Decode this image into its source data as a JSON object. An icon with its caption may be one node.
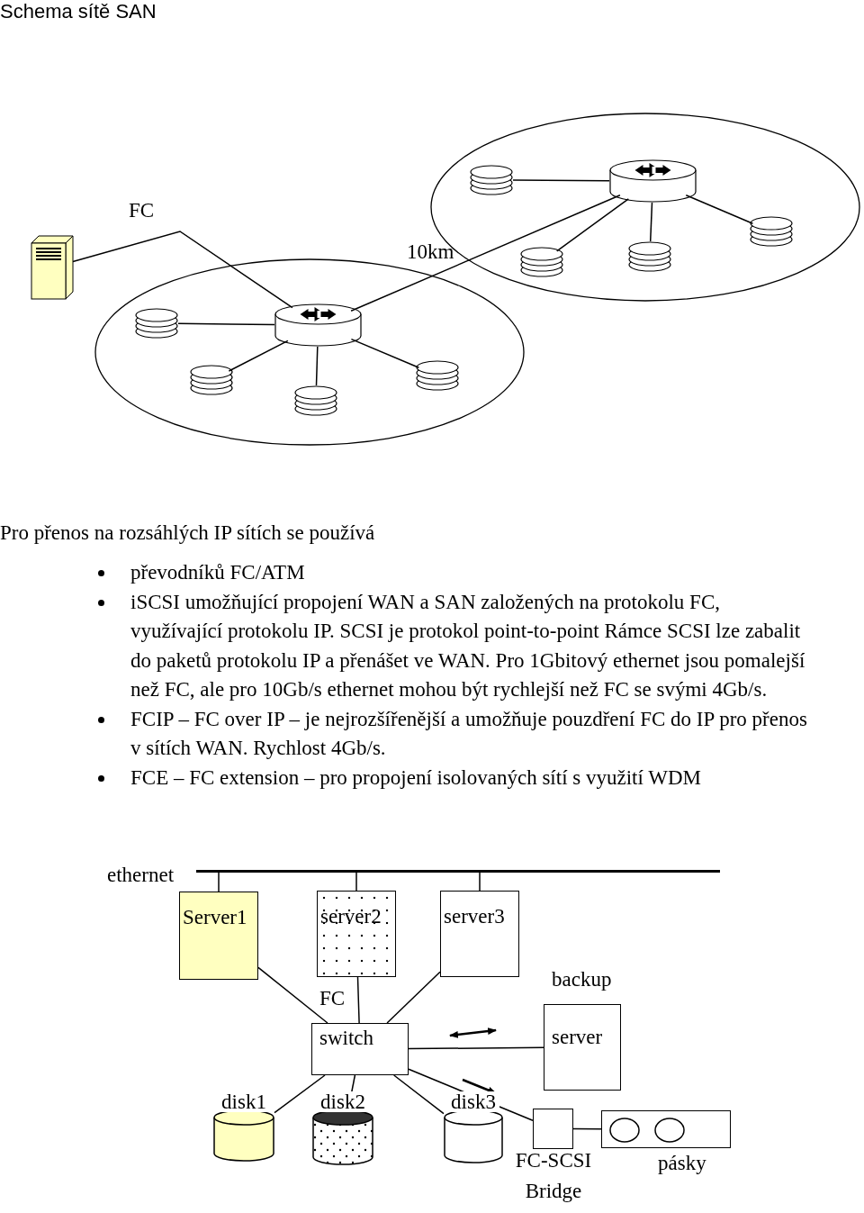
{
  "diagram": {
    "title": "Schema sítě SAN",
    "nodes": [
      {
        "text": [],
        "shape": "server"
      },
      {
        "text": [],
        "shape": "ellipse"
      },
      {
        "text": [],
        "shape": "router",
        "in": 1
      },
      {
        "text": [],
        "shape": "disk",
        "in": 1
      },
      {
        "text": [],
        "shape": "disk",
        "in": 1
      },
      {
        "text": [],
        "shape": "disk",
        "in": 1
      },
      {
        "text": [],
        "shape": "disk",
        "in": 1
      },
      {
        "text": [],
        "shape": "ellipse"
      },
      {
        "text": [],
        "shape": "router",
        "in": 7
      },
      {
        "text": [],
        "shape": "disk",
        "in": 7
      },
      {
        "text": [],
        "shape": "disk",
        "in": 7
      },
      {
        "text": [],
        "shape": "disk",
        "in": 7
      },
      {
        "text": [],
        "shape": "disk",
        "in": 7
      },
      {
        "text": [],
        "shape": "line",
        "beside": [
          "ethernet"
        ]
      },
      {
        "text": [
          "Server1"
        ]
      },
      {
        "text": [
          "server2"
        ]
      },
      {
        "text": [
          "server3"
        ]
      },
      {
        "text": [
          "FC",
          "switch"
        ]
      },
      {
        "text": [
          "backup",
          "server"
        ]
      },
      {
        "text": [
          "disk1"
        ]
      },
      {
        "text": [
          "disk2"
        ]
      },
      {
        "text": [
          "disk3"
        ]
      },
      {
        "text": [
          "FC-SCSI Bridge"
        ]
      },
      {
        "text": [
          "pásky"
        ]
      }
    ],
    "edges": [
      {
        "from": 0,
        "to": 8,
        "arrow": "none",
        "label": "FC"
      },
      {
        "from": 8,
        "to": 2,
        "arrow": "none",
        "label": "10km"
      },
      {
        "from": 2,
        "to": 3,
        "arrow": "none"
      },
      {
        "from": 2,
        "to": 4,
        "arrow": "none"
      },
      {
        "from": 2,
        "to": 5,
        "arrow": "none"
      },
      {
        "from": 2,
        "to": 6,
        "arrow": "none"
      },
      {
        "from": 8,
        "to": 9,
        "arrow": "none"
      },
      {
        "from": 8,
        "to": 10,
        "arrow": "none"
      },
      {
        "from": 8,
        "to": 11,
        "arrow": "none"
      },
      {
        "from": 8,
        "to": 12,
        "arrow": "none"
      },
      {
        "from": 13,
        "to": 14,
        "arrow": "none"
      },
      {
        "from": 13,
        "to": 15,
        "arrow": "none"
      },
      {
        "from": 13,
        "to": 16,
        "arrow": "none"
      },
      {
        "from": 14,
        "to": 17,
        "arrow": "none"
      },
      {
        "from": 15,
        "to": 17,
        "arrow": "none"
      },
      {
        "from": 16,
        "to": 17,
        "arrow": "none"
      },
      {
        "from": 17,
        "to": 18,
        "arrow": "none"
      },
      {
        "from": 17,
        "to": 19,
        "arrow": "none"
      },
      {
        "from": 17,
        "to": 20,
        "arrow": "none"
      },
      {
        "from": 17,
        "to": 21,
        "arrow": "none"
      },
      {
        "from": 17,
        "to": 22,
        "arrow": "none"
      },
      {
        "from": 22,
        "to": 23,
        "arrow": "none"
      }
    ],
    "labels": [
      "Pro přenos na rozsáhlých IP sítích se používá",
      "převodníků FC/ATM",
      "iSCSI umožňující propojení WAN a SAN založených na protokolu FC, využívající protokolu IP. SCSI je protokol point-to-point Rámce SCSI lze zabalit do paketů protokolu IP a přenášet ve WAN. Pro 1Gbitový ethernet jsou pomalejší než FC, ale pro 10Gb/s ethernet mohou být rychlejší než FC se svými 4Gb/s.",
      "FCIP – FC over IP – je nejrozšířenější a umožňuje pouzdření FC do IP pro přenos v sítích WAN. Rychlost 4Gb/s.",
      "FCE – FC extension – pro propojení isolovaných sítí s využití WDM"
    ]
  }
}
